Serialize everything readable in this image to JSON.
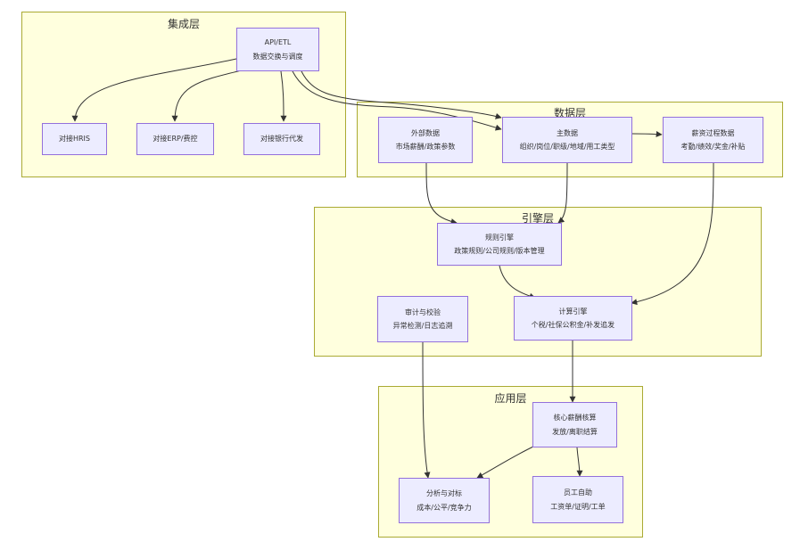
{
  "clusters": {
    "integration": "集成层",
    "data": "数据层",
    "engine": "引擎层",
    "app": "应用层"
  },
  "nodes": {
    "api": {
      "line1": "API/ETL",
      "line2": "数据交换与调度"
    },
    "hris": {
      "line1": "对接HRIS"
    },
    "erp": {
      "line1": "对接ERP/费控"
    },
    "bank": {
      "line1": "对接银行代发"
    },
    "external": {
      "line1": "外部数据",
      "line2": "市场薪酬/政策参数"
    },
    "master": {
      "line1": "主数据",
      "line2": "组织/岗位/职级/地域/用工类型"
    },
    "process": {
      "line1": "薪资过程数据",
      "line2": "考勤/绩效/奖金/补贴"
    },
    "rules": {
      "line1": "规则引擎",
      "line2": "政策规则/公司规则/版本管理"
    },
    "audit": {
      "line1": "审计与校验",
      "line2": "异常检测/日志追溯"
    },
    "calc": {
      "line1": "计算引擎",
      "line2": "个税/社保公积金/补发追发"
    },
    "payroll": {
      "line1": "核心薪酬核算",
      "line2": "发放/离职结算"
    },
    "analysis": {
      "line1": "分析与对标",
      "line2": "成本/公平/竞争力"
    },
    "employee": {
      "line1": "员工自助",
      "line2": "工资单/证明/工单"
    }
  },
  "colors": {
    "cluster_fill": "#ffffde",
    "cluster_border": "#aaaa33",
    "node_fill": "#ececff",
    "node_border": "#9370db",
    "edge": "#333333"
  }
}
